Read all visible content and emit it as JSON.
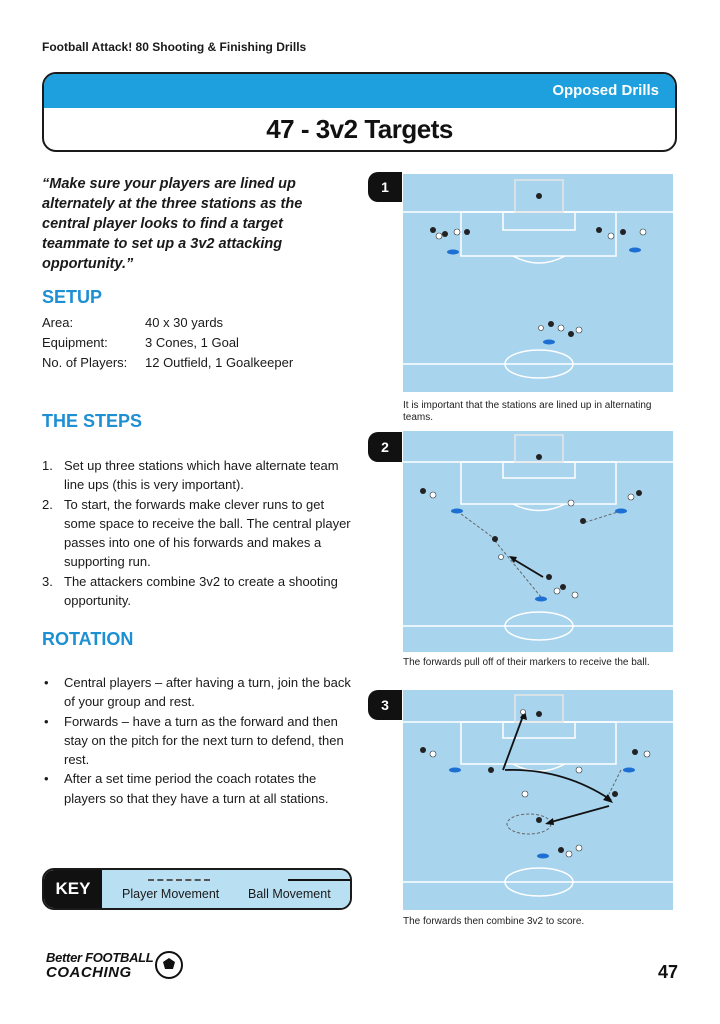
{
  "book_title": "Football Attack! 80 Shooting & Finishing Drills",
  "section_label": "Opposed Drills",
  "drill_title": "47 - 3v2 Targets",
  "quote": "“Make sure your players are lined up alternately at the three stations as the central player looks to find a target teammate to set up a 3v2 attacking opportunity.”",
  "setup": {
    "heading": "SETUP",
    "rows": [
      {
        "label": "Area:",
        "value": "40 x 30 yards"
      },
      {
        "label": "Equipment:",
        "value": "3 Cones, 1 Goal"
      },
      {
        "label": "No. of Players:",
        "value": "12 Outfield, 1 Goalkeeper"
      }
    ]
  },
  "steps": {
    "heading": "THE STEPS",
    "items": [
      {
        "num": "1.",
        "text": "Set up three stations which have alternate team line ups (this is very important)."
      },
      {
        "num": "2.",
        "text": "To start, the forwards make clever runs to get some space to receive the ball. The central player passes into one of his forwards and makes a supporting run."
      },
      {
        "num": "3.",
        "text": "The attackers combine 3v2 to create a shooting opportunity."
      }
    ]
  },
  "rotation": {
    "heading": "ROTATION",
    "items": [
      {
        "bullet": "•",
        "text": "Central players – after having a turn, join the back of your group and rest."
      },
      {
        "bullet": "•",
        "text": "Forwards – have a turn as the forward and then stay on the pitch for the next turn to defend, then rest."
      },
      {
        "bullet": "•",
        "text": "After a set time period the coach rotates the players so that they have a turn at all stations."
      }
    ]
  },
  "key": {
    "label": "KEY",
    "player_movement": "Player Movement",
    "ball_movement": "Ball Movement"
  },
  "diagrams": [
    {
      "badge": "1",
      "caption": "It is important that the stations are lined up in alternating teams."
    },
    {
      "badge": "2",
      "caption": "The forwards pull off of their markers to receive the ball."
    },
    {
      "badge": "3",
      "caption": "The forwards then combine 3v2 to score."
    }
  ],
  "footer": {
    "logo_line1": "Better FOOTBALL",
    "logo_line2": "COACHING",
    "page_number": "47"
  },
  "colors": {
    "accent_blue": "#1da0dd",
    "heading_blue": "#1d8fd3",
    "pitch_blue": "#a8d4ee",
    "key_bg": "#b9dff3"
  }
}
